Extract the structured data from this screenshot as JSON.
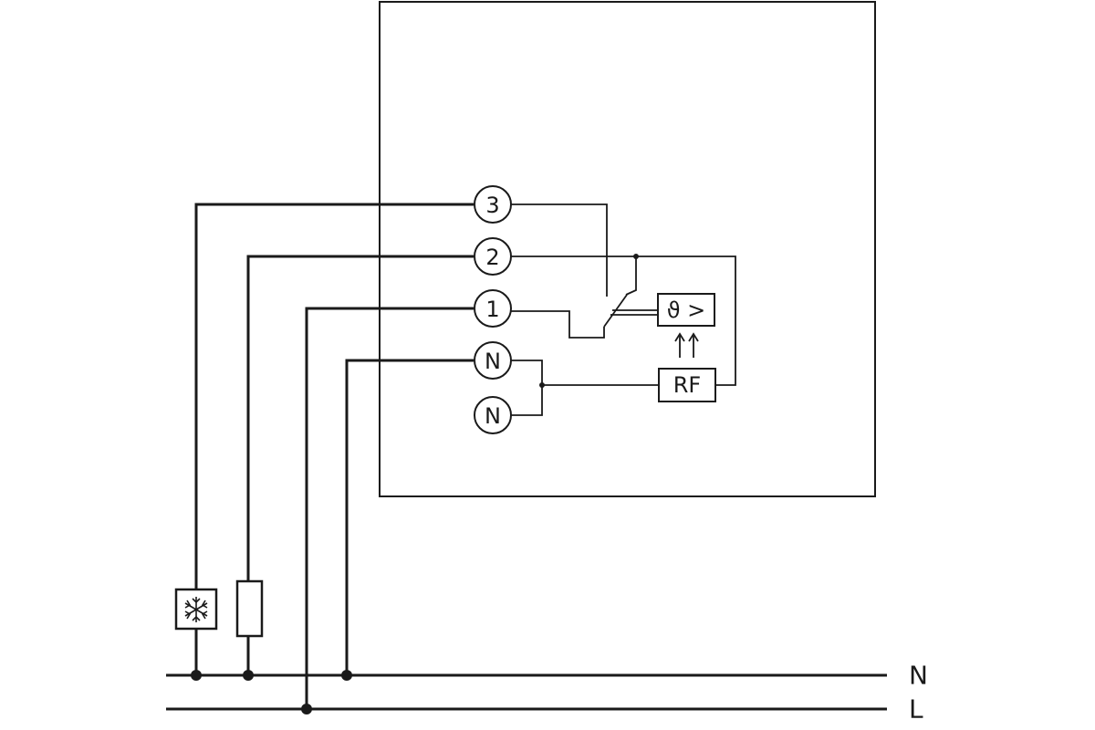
{
  "terminals": [
    {
      "id": "3",
      "label": "3"
    },
    {
      "id": "2",
      "label": "2"
    },
    {
      "id": "1",
      "label": "1"
    },
    {
      "id": "N1",
      "label": "N"
    },
    {
      "id": "N2",
      "label": "N"
    }
  ],
  "bus": {
    "neutral_label": "N",
    "line_label": "L"
  },
  "components": {
    "sensor_label": "ϑ >",
    "rf_label": "RF",
    "cooling_icon": "snowflake-icon",
    "heating_load": "resistor-icon"
  },
  "colors": {
    "line": "#1a1a1a",
    "background": "#ffffff"
  }
}
